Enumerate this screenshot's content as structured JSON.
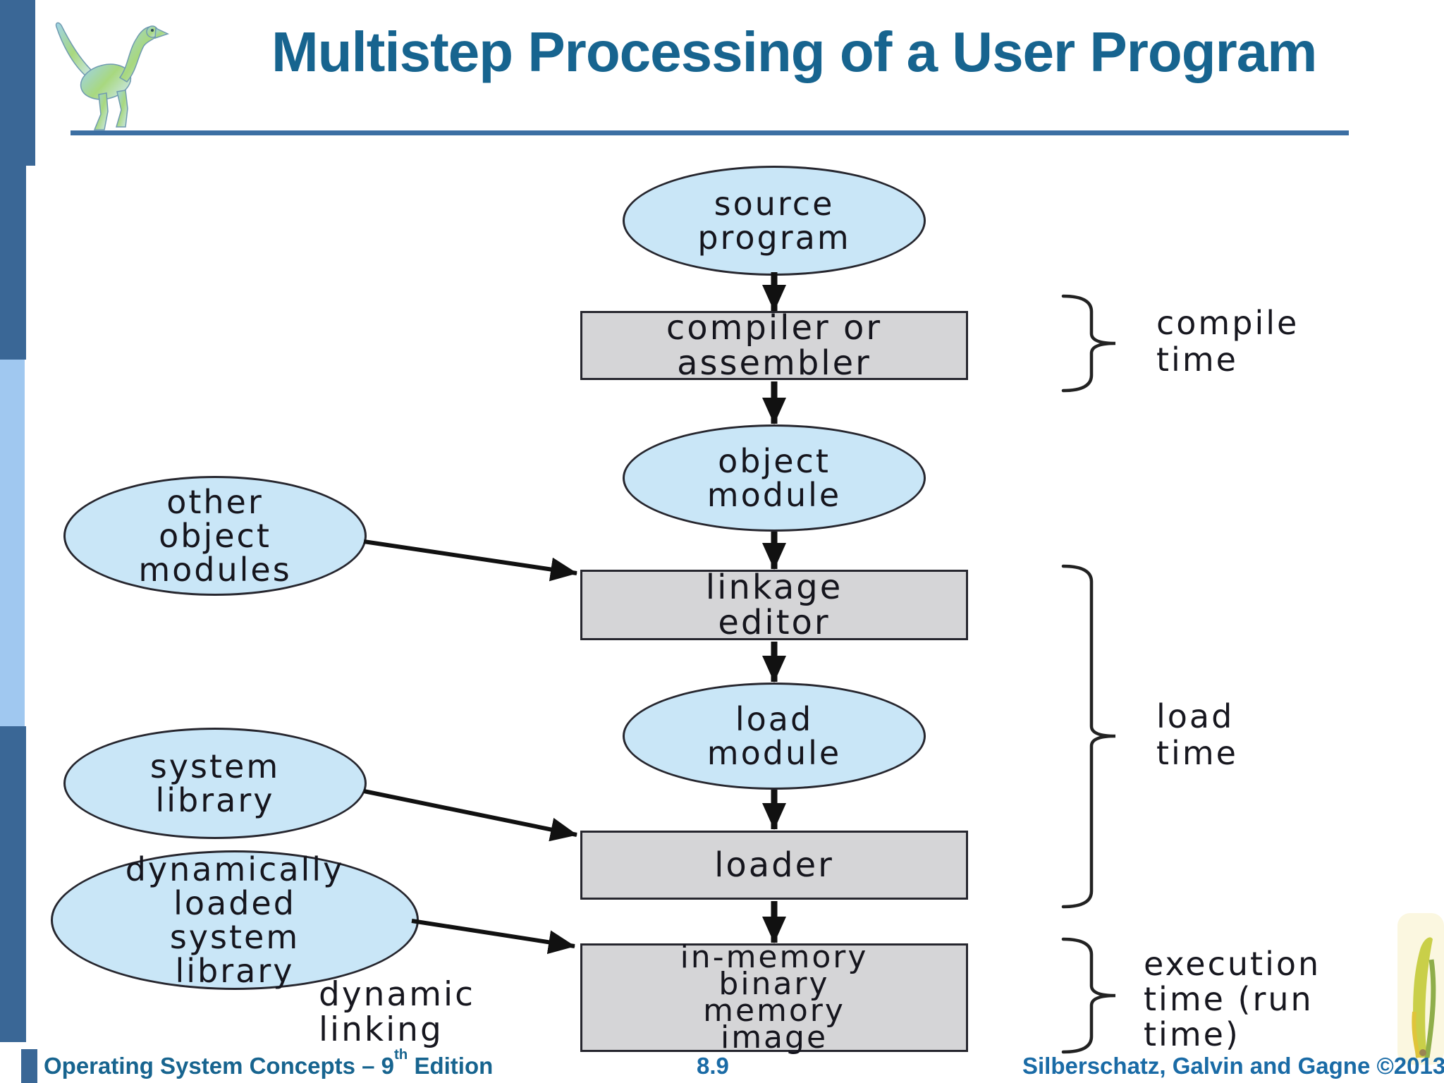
{
  "slide": {
    "title": "Multistep Processing of a User Program",
    "footer": {
      "left_prefix": "Operating System Concepts – 9",
      "left_sup": "th",
      "left_suffix": " Edition",
      "page_number": "8.9",
      "right": "Silberschatz, Galvin and Gagne ©2013"
    }
  },
  "diagram": {
    "nodes": {
      "source_program": {
        "shape": "ellipse",
        "l1": "source",
        "l2": "program"
      },
      "compiler": {
        "shape": "rect",
        "l1": "compiler or",
        "l2": "assembler"
      },
      "object_module": {
        "shape": "ellipse",
        "l1": "object",
        "l2": "module"
      },
      "other_object_modules": {
        "shape": "ellipse",
        "l1": "other",
        "l2": "object",
        "l3": "modules"
      },
      "linkage_editor": {
        "shape": "rect",
        "l1": "linkage",
        "l2": "editor"
      },
      "load_module": {
        "shape": "ellipse",
        "l1": "load",
        "l2": "module"
      },
      "system_library": {
        "shape": "ellipse",
        "l1": "system",
        "l2": "library"
      },
      "loader": {
        "shape": "rect",
        "l1": "loader"
      },
      "dynamically_loaded_system_library": {
        "shape": "ellipse",
        "l1": "dynamically",
        "l2": "loaded",
        "l3": "system",
        "l4": "library"
      },
      "in_memory_image": {
        "shape": "rect",
        "l1": "in-memory",
        "l2": "binary",
        "l3": "memory",
        "l4": "image"
      }
    },
    "edges": [
      {
        "from": "source_program",
        "to": "compiler"
      },
      {
        "from": "compiler",
        "to": "object_module"
      },
      {
        "from": "object_module",
        "to": "linkage_editor"
      },
      {
        "from": "other_object_modules",
        "to": "linkage_editor"
      },
      {
        "from": "linkage_editor",
        "to": "load_module"
      },
      {
        "from": "load_module",
        "to": "loader"
      },
      {
        "from": "system_library",
        "to": "loader"
      },
      {
        "from": "loader",
        "to": "in_memory_image"
      },
      {
        "from": "dynamically_loaded_system_library",
        "to": "in_memory_image",
        "label": "dynamic linking"
      }
    ],
    "stage_labels": {
      "compile_time": {
        "l1": "compile",
        "l2": "time"
      },
      "load_time": {
        "l1": "load",
        "l2": "time"
      },
      "execution_time": {
        "l1": "execution",
        "l2": "time (run",
        "l3": "time)"
      },
      "dynamic_linking": {
        "l1": "dynamic",
        "l2": "linking"
      }
    }
  },
  "colors": {
    "title_blue": "#17648f",
    "page_blue": "#1a6ba6",
    "rule_blue": "#3c6fa3",
    "sidebar_dark": "#3a6796",
    "sidebar_light": "#a0c8f0",
    "ellipse_fill": "#c9e6f7",
    "box_fill": "#d5d5d7",
    "shape_border": "#26262e",
    "diagram_text": "#15151d",
    "arrow_black": "#111111"
  }
}
